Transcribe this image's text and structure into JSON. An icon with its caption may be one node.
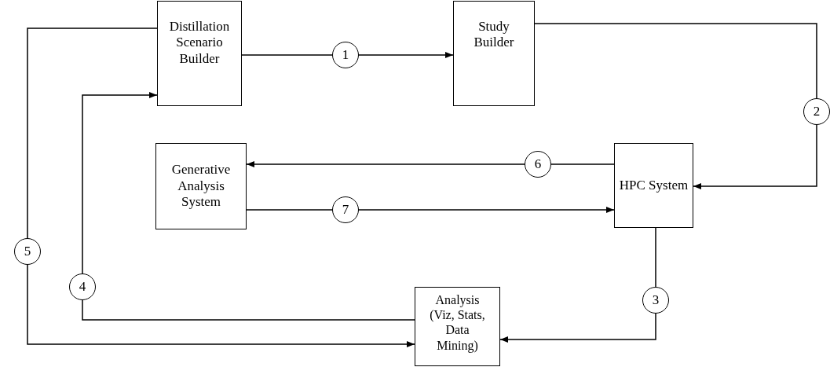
{
  "diagram": {
    "nodes": [
      {
        "text": [
          "Distillation Scenario Builder"
        ]
      },
      {
        "text": [
          "Study Builder"
        ]
      },
      {
        "text": [
          "Generative Analysis System"
        ]
      },
      {
        "text": [
          "HPC System"
        ]
      },
      {
        "text": [
          "Analysis (Viz, Stats, Data Mining)"
        ]
      }
    ],
    "edges": [
      {
        "from": 0,
        "to": 1,
        "arrow": "to",
        "label": "1"
      },
      {
        "from": 1,
        "to": 3,
        "arrow": "to",
        "label": "2"
      },
      {
        "from": 3,
        "to": 4,
        "arrow": "to",
        "label": "3"
      },
      {
        "from": 4,
        "to": 0,
        "arrow": "to",
        "label": "4"
      },
      {
        "from": 0,
        "to": 4,
        "arrow": "to",
        "label": "5"
      },
      {
        "from": 3,
        "to": 2,
        "arrow": "to",
        "label": "6"
      },
      {
        "from": 2,
        "to": 3,
        "arrow": "to",
        "label": "7"
      }
    ]
  }
}
